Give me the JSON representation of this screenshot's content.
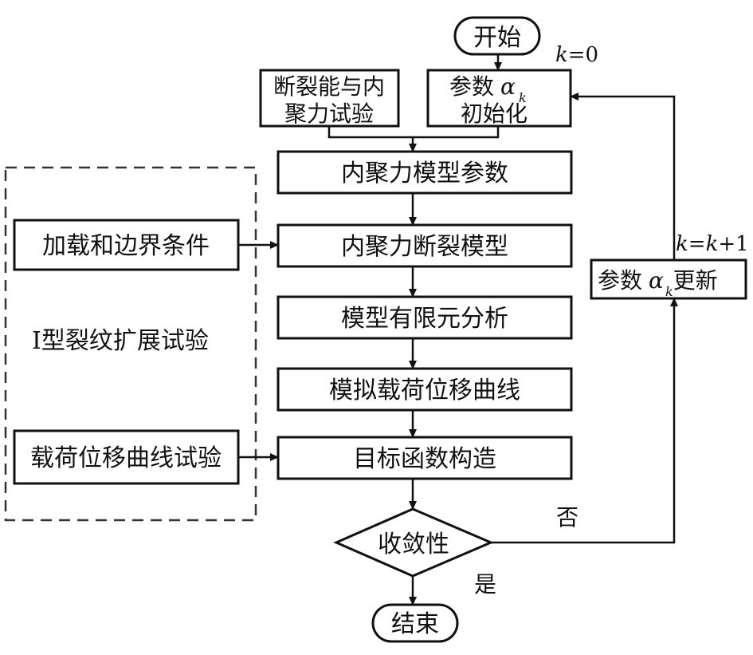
{
  "nodes": {
    "start": "开始",
    "fracture_test_line1": "断裂能与内",
    "fracture_test_line2": "聚力试验",
    "param_init_line1_prefix": "参数",
    "param_init_alpha": "α",
    "param_init_sub": "k",
    "param_init_line2": "初始化",
    "cohesive_params": "内聚力模型参数",
    "loading_bc": "加载和边界条件",
    "cohesive_fracture_model": "内聚力断裂模型",
    "fea": "模型有限元分析",
    "sim_curve": "模拟载荷位移曲线",
    "curve_test": "载荷位移曲线试验",
    "objective": "目标函数构造",
    "convergence": "收敛性",
    "end": "结束",
    "update_prefix": "参数",
    "update_alpha": "α",
    "update_sub": "k",
    "update_suffix": "更新"
  },
  "annotations": {
    "k_init_k": "k",
    "k_init_rest": "=0",
    "k_update_k1": "k",
    "k_update_eq": "=",
    "k_update_k2": "k",
    "k_update_rest": "+1",
    "no": "否",
    "yes": "是"
  },
  "group_label": "Ⅰ型裂纹扩展试验"
}
